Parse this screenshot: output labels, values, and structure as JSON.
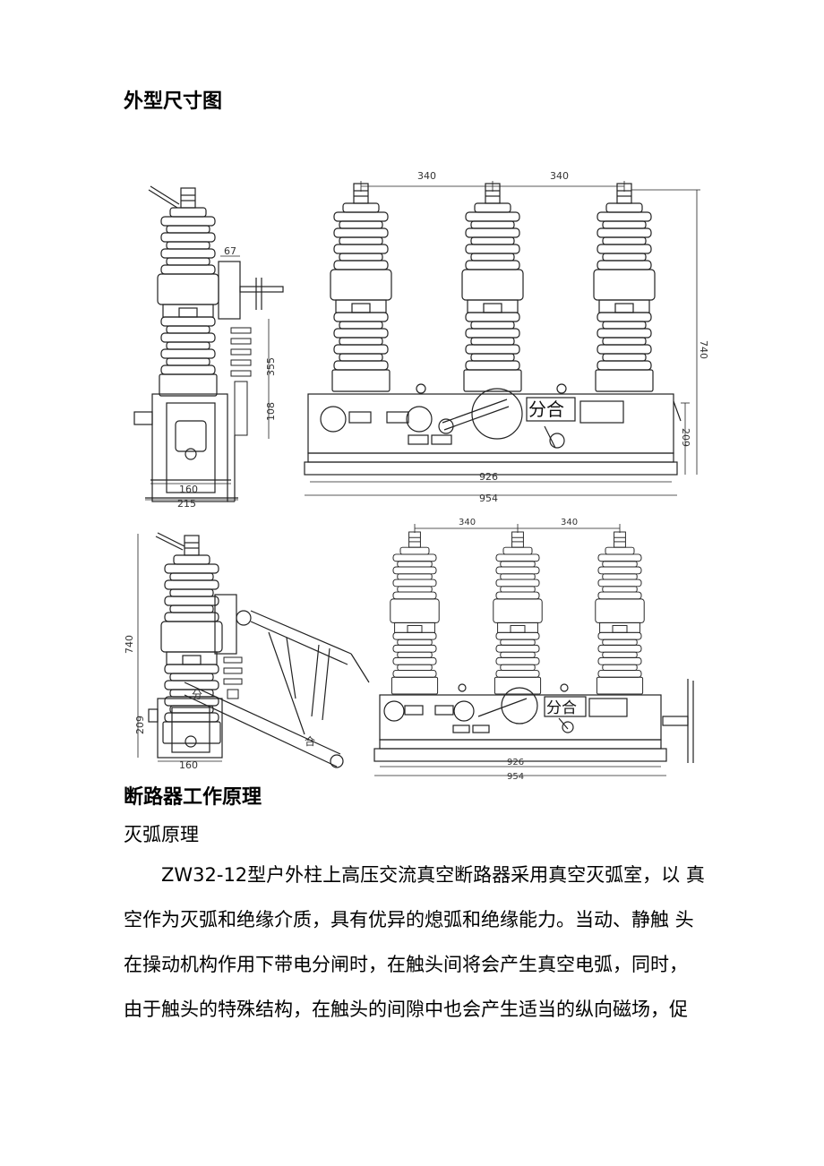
{
  "section_title_1": "外型尺寸图",
  "section_title_2": "断路器工作原理",
  "subsection_title": "灭弧原理",
  "paragraph_lines": [
    "ZW32-12型户外柱上高压交流真空断路器采用真空灭弧室，以  真",
    "空作为灭弧和绝缘介质，具有优异的熄弧和绝缘能力。当动、静触  头",
    "在操动机构作用下带电分闸时，在触头间将会产生真空电弧，同时，",
    "由于触头的特殊结构，在触头的间隙中也会产生适当的纵向磁场，促"
  ],
  "drawing": {
    "top": {
      "pitch_1": "340",
      "pitch_2": "340",
      "height": "740",
      "width_inner": "926",
      "width_outer": "954",
      "base_height": "209",
      "side_67": "67",
      "side_355": "355",
      "side_108": "108",
      "side_160": "160",
      "side_215": "215",
      "indicator": "分合",
      "label_open": "分",
      "label_close": "合"
    },
    "bottom": {
      "pitch_1": "340",
      "pitch_2": "340",
      "height": "740",
      "width_inner": "926",
      "width_outer": "954",
      "base_height": "209",
      "side_160": "160",
      "indicator": "分合",
      "label_open": "分",
      "label_close": "合"
    }
  }
}
